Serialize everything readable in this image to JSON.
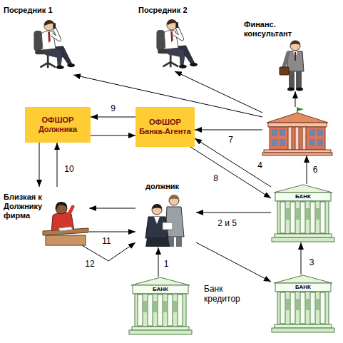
{
  "diagram": {
    "nodes": [
      {
        "text": [
          "Посредник 1"
        ]
      },
      {
        "text": [
          "Посредник 2"
        ]
      },
      {
        "text": [
          "Финанс. консультант"
        ]
      },
      {
        "text": [
          "ОФШОР Должника"
        ]
      },
      {
        "text": [
          "ОФШОР Банка-Агента"
        ]
      },
      {
        "text": []
      },
      {
        "text": [
          "Близкая к Должнику фирма"
        ]
      },
      {
        "text": [
          "должник"
        ]
      },
      {
        "text": [
          "БАНК"
        ]
      },
      {
        "text": [
          "БАНК"
        ]
      },
      {
        "text": [
          "БАНК",
          "Банк кредитор"
        ]
      }
    ],
    "edges": [
      {
        "from": 5,
        "to": 0,
        "arrow": "to"
      },
      {
        "from": 5,
        "to": 1,
        "arrow": "to"
      },
      {
        "from": 5,
        "to": 2,
        "arrow": "to"
      },
      {
        "from": 4,
        "to": 3,
        "label": "9",
        "arrow": "to"
      },
      {
        "from": 3,
        "to": 4,
        "arrow": "to"
      },
      {
        "from": 5,
        "to": 4,
        "label": "7",
        "arrow": "to"
      },
      {
        "from": 8,
        "to": 4,
        "label": "4",
        "arrow": "to"
      },
      {
        "from": 4,
        "to": 8,
        "label": "8",
        "arrow": "to"
      },
      {
        "from": 8,
        "to": 5,
        "label": "6",
        "arrow": "to"
      },
      {
        "from": 3,
        "to": 6,
        "label": "10",
        "arrow": "to"
      },
      {
        "from": 6,
        "to": 3,
        "arrow": "to"
      },
      {
        "from": 10,
        "to": 7,
        "label": "1",
        "arrow": "to"
      },
      {
        "from": 8,
        "to": 7,
        "label": "2 и 5",
        "arrow": "to"
      },
      {
        "from": 7,
        "to": 9,
        "arrow": "to"
      },
      {
        "from": 9,
        "to": 8,
        "label": "3",
        "arrow": "to"
      },
      {
        "from": 7,
        "to": 6,
        "arrow": "to"
      },
      {
        "from": 6,
        "to": 7,
        "label": "11",
        "arrow": "to"
      },
      {
        "from": 6,
        "to": 7,
        "label": "12",
        "arrow": "to"
      }
    ]
  }
}
